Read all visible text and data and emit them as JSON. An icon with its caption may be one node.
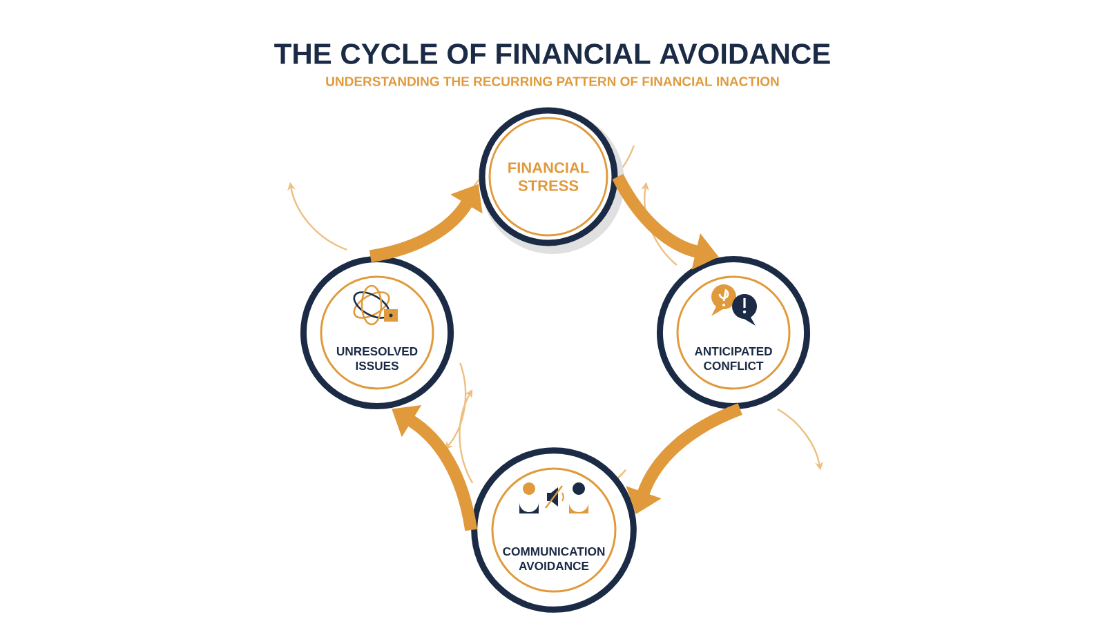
{
  "diagram": {
    "title": "THE CYCLE OF FINANCIAL AVOIDANCE",
    "caption": "UNDERSTANDING THE RECURRING PATTERN OF FINANCIAL INACTION",
    "nodes": [
      {
        "text": [
          "FINANCIAL STRESS"
        ]
      },
      {
        "text": [
          "ANTICIPATED CONFLICT"
        ]
      },
      {
        "text": [
          "COMMUNICATION AVOIDANCE"
        ]
      },
      {
        "text": [
          "UNRESOLVED ISSUES"
        ]
      }
    ],
    "edges": [
      {
        "from": 0,
        "to": 1,
        "arrow": "to"
      },
      {
        "from": 1,
        "to": 2,
        "arrow": "to"
      },
      {
        "from": 2,
        "to": 3,
        "arrow": "to"
      },
      {
        "from": 3,
        "to": 0,
        "arrow": "to"
      }
    ]
  }
}
